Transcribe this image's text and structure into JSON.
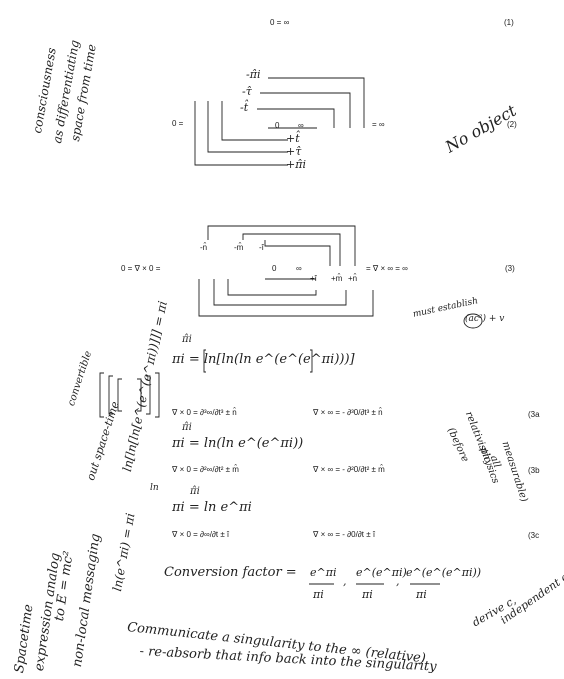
{
  "printed": {
    "eq1": "0 = ∞",
    "eq1_num": "(1)",
    "eq2_lhs": "0 =",
    "eq2_zero": "0",
    "eq2_inf": "∞",
    "eq2_rhs": "= ∞",
    "eq2_num": "(2)",
    "eq3_lhs": "0 = ∇ × 0 =",
    "eq3_neg_n": "-n̂",
    "eq3_neg_m": "-m̂",
    "eq3_neg_i": "-î",
    "eq3_zero": "0",
    "eq3_inf": "∞",
    "eq3_pos_i": "+î",
    "eq3_pos_m": "+m̂",
    "eq3_pos_n": "+n̂",
    "eq3_rhs": "= ∇ × ∞ = ∞",
    "eq3_num": "(3)",
    "eq3a_left": "∇ × 0 = ∂³∞/∂t³ ± n̂",
    "eq3a_right": "∇ × ∞ = - ∂³0/∂t³ ± n̂",
    "eq3a_num": "(3a",
    "eq3b_left": "∇ × 0 = ∂²∞/∂t² ± m̂",
    "eq3b_right": "∇ × ∞ = - ∂²0/∂t² ± m̂",
    "eq3b_num": "(3b",
    "eq3c_left": "∇ × 0 = ∂∞/∂t ± î",
    "eq3c_right": "∇ × ∞ = - ∂0/∂t ± î",
    "eq3c_num": "(3c"
  },
  "handwritten": {
    "consciousness_note_1": "consciousness",
    "consciousness_note_2": "as differentiating",
    "consciousness_note_3": "space from time",
    "no_object": "No object",
    "eq2_neg_pi": "-π̂i",
    "eq2_neg_tau": "-τ̂",
    "eq2_neg_t": "-t̂",
    "eq2_pos_t": "+t̂",
    "eq2_pos_tau": "+τ̂",
    "eq2_pos_pi": "+π̂i",
    "must_establish": "must establish",
    "ac2_v": "(ac²) + v",
    "pi_n_1": "π̂i",
    "pi_n_eq": "πi = ln[ln(ln e^(e^(e^πi)))]",
    "pi_m_1": "π̂i",
    "pi_m_eq": "πi = ln(ln e^(e^πi))",
    "pi_i_1": "π̂i",
    "pi_i_eq": "πi = ln e^πi",
    "before_1": "(before",
    "before_2": "relativistic",
    "before_3": "physics",
    "before_4": "all",
    "before_5": "measurable)",
    "convertible": "convertible",
    "out_space_time": "out space-time",
    "left_nested": "ln[ln[ln[e^(e^(e^πi))]]] = πi",
    "ln_small": "ln",
    "left_ln": "ln(e^πi) = πi",
    "spacetime_1": "Spacetime",
    "spacetime_2": "expression analog",
    "spacetime_3": "to E = mc²",
    "spacetime_4": "non-local messaging",
    "conversion": "Conversion factor =",
    "cf_1_num": "e^πi",
    "cf_1_den": "πi",
    "cf_2_num": "e^(e^πi)",
    "cf_2_den": "πi",
    "cf_3_num": "e^(e^(e^πi))",
    "cf_3_den": "πi",
    "cf_sep": ",",
    "derive_1": "derive c,",
    "derive_2": "independent of mass",
    "communicate_1": "Communicate a singularity to the ∞ (relative)",
    "communicate_2": "- re-absorb that info back into the singularity"
  }
}
